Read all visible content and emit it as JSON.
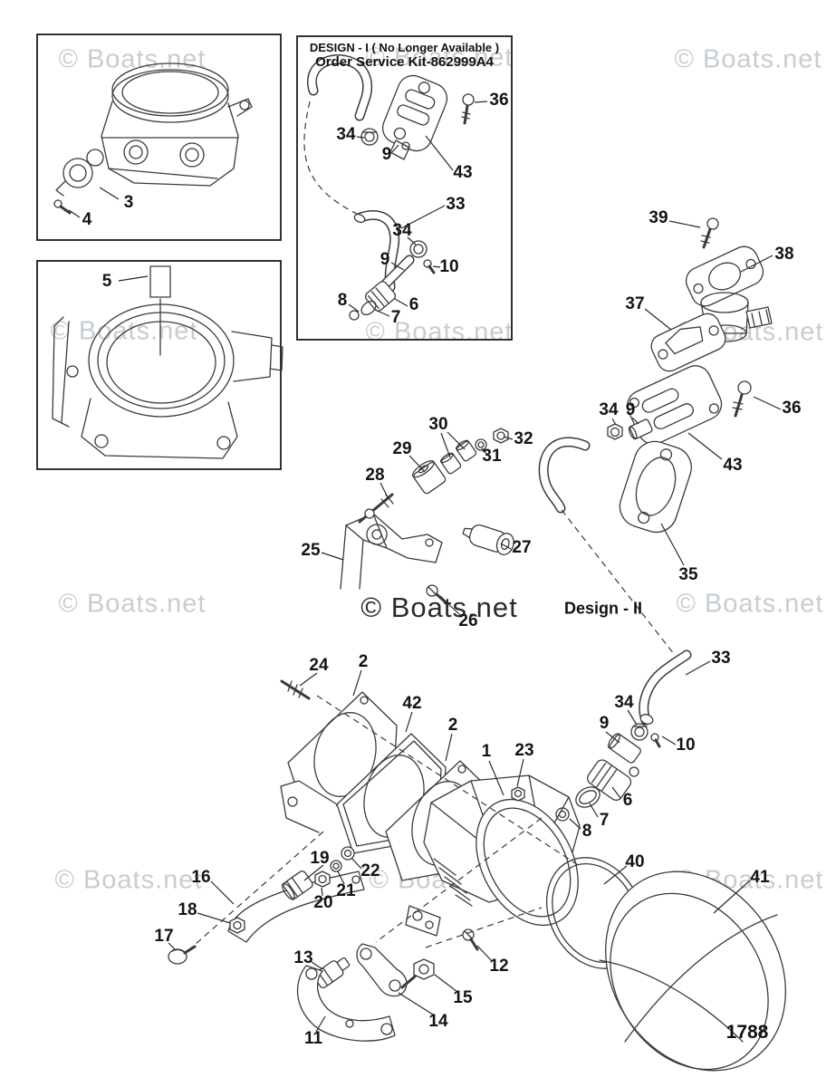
{
  "watermark": {
    "text": "© Boats.net"
  },
  "design1": {
    "line1": "DESIGN - I  ( No Longer Available )",
    "line2": "Order Service Kit-862999A4"
  },
  "design2": {
    "label": "Design - II"
  },
  "page_number": "1788",
  "callouts": [
    {
      "n": "3"
    },
    {
      "n": "4"
    },
    {
      "n": "5"
    },
    {
      "n": "36"
    },
    {
      "n": "34"
    },
    {
      "n": "9"
    },
    {
      "n": "43"
    },
    {
      "n": "33"
    },
    {
      "n": "34"
    },
    {
      "n": "9"
    },
    {
      "n": "10"
    },
    {
      "n": "8"
    },
    {
      "n": "6"
    },
    {
      "n": "7"
    },
    {
      "n": "39"
    },
    {
      "n": "38"
    },
    {
      "n": "37"
    },
    {
      "n": "34"
    },
    {
      "n": "9"
    },
    {
      "n": "36"
    },
    {
      "n": "43"
    },
    {
      "n": "35"
    },
    {
      "n": "30"
    },
    {
      "n": "32"
    },
    {
      "n": "29"
    },
    {
      "n": "31"
    },
    {
      "n": "28"
    },
    {
      "n": "25"
    },
    {
      "n": "27"
    },
    {
      "n": "26"
    },
    {
      "n": "24"
    },
    {
      "n": "2"
    },
    {
      "n": "42"
    },
    {
      "n": "2"
    },
    {
      "n": "1"
    },
    {
      "n": "23"
    },
    {
      "n": "33"
    },
    {
      "n": "34"
    },
    {
      "n": "9"
    },
    {
      "n": "10"
    },
    {
      "n": "6"
    },
    {
      "n": "7"
    },
    {
      "n": "8"
    },
    {
      "n": "40"
    },
    {
      "n": "41"
    },
    {
      "n": "16"
    },
    {
      "n": "19"
    },
    {
      "n": "22"
    },
    {
      "n": "21"
    },
    {
      "n": "20"
    },
    {
      "n": "18"
    },
    {
      "n": "17"
    },
    {
      "n": "13"
    },
    {
      "n": "11"
    },
    {
      "n": "14"
    },
    {
      "n": "15"
    },
    {
      "n": "12"
    }
  ]
}
